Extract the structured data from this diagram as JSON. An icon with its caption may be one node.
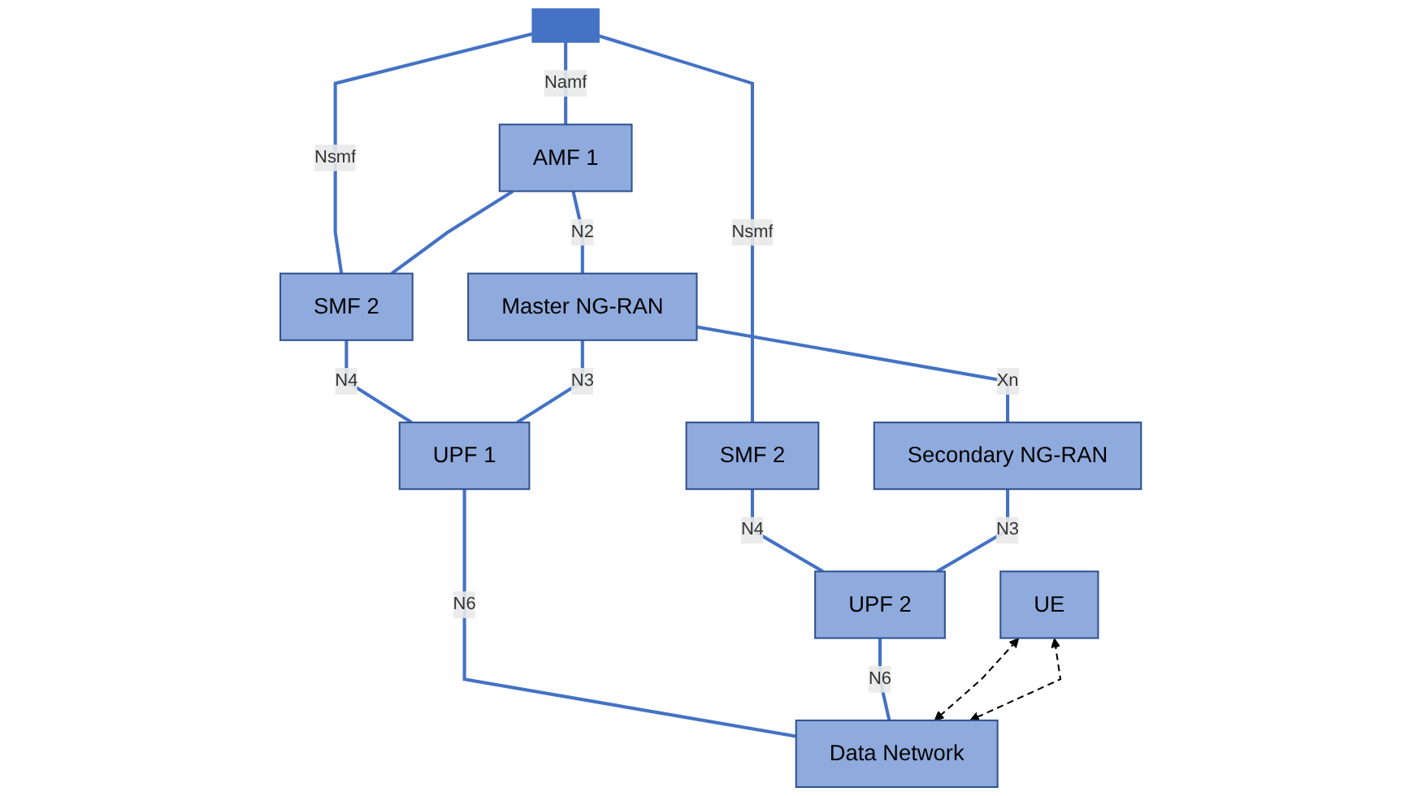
{
  "diagram": {
    "nodes": [
      {
        "text": [],
        "shape": "bar"
      },
      {
        "text": [
          "AMF 1"
        ]
      },
      {
        "text": [
          "SMF 2"
        ]
      },
      {
        "text": [
          "SMF 2"
        ]
      },
      {
        "text": [
          "Master NG-RAN"
        ]
      },
      {
        "text": [
          "UPF 1"
        ]
      },
      {
        "text": [
          "UE"
        ]
      },
      {
        "text": [
          "Secondary NG-RAN"
        ]
      },
      {
        "text": [
          "UPF 2"
        ]
      },
      {
        "text": [
          "Data Network"
        ]
      }
    ],
    "edges": [
      {
        "from": 0,
        "to": 1,
        "arrow": "none",
        "label": "Namf"
      },
      {
        "from": 0,
        "to": 2,
        "arrow": "none",
        "label": "Nsmf"
      },
      {
        "from": 0,
        "to": 3,
        "arrow": "none",
        "label": "Nsmf"
      },
      {
        "from": 1,
        "to": 2,
        "arrow": "none"
      },
      {
        "from": 1,
        "to": 4,
        "arrow": "none",
        "label": "N2"
      },
      {
        "from": 2,
        "to": 5,
        "arrow": "none",
        "label": "N4"
      },
      {
        "from": 3,
        "to": 8,
        "arrow": "none",
        "label": "N4"
      },
      {
        "from": 4,
        "to": 5,
        "arrow": "none",
        "label": "N3"
      },
      {
        "from": 4,
        "to": 7,
        "arrow": "none",
        "label": "Xn"
      },
      {
        "from": 7,
        "to": 8,
        "arrow": "none",
        "label": "N3"
      },
      {
        "from": 5,
        "to": 9,
        "arrow": "none",
        "label": "N6"
      },
      {
        "from": 8,
        "to": 9,
        "arrow": "none",
        "label": "N6"
      },
      {
        "from": 6,
        "to": 9,
        "arrow": "both",
        "style": "dashed",
        "color": "#000000"
      },
      {
        "from": 6,
        "to": 9,
        "arrow": "both",
        "style": "dashed",
        "color": "#000000"
      }
    ]
  }
}
